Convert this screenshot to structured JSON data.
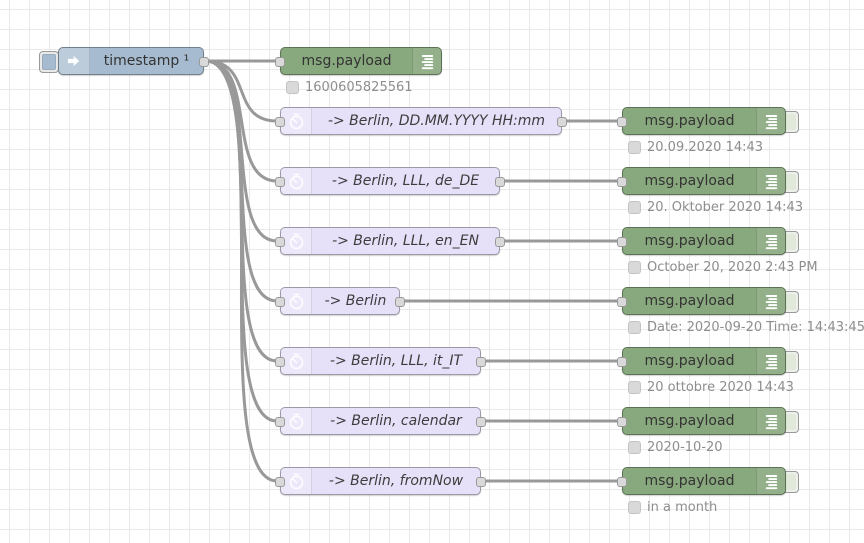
{
  "inject": {
    "label": "timestamp ¹"
  },
  "top_debug": {
    "label": "msg.payload",
    "status": "1600605825561"
  },
  "rows": [
    {
      "moment_label": "-> Berlin, DD.MM.YYYY HH:mm",
      "debug_label": "msg.payload",
      "status": "20.09.2020 14:43"
    },
    {
      "moment_label": "-> Berlin, LLL, de_DE",
      "debug_label": "msg.payload",
      "status": "20. Oktober 2020 14:43"
    },
    {
      "moment_label": "-> Berlin, LLL, en_EN",
      "debug_label": "msg.payload",
      "status": "October 20, 2020 2:43 PM"
    },
    {
      "moment_label": "-> Berlin",
      "debug_label": "msg.payload",
      "status": "Date: 2020-09-20 Time: 14:43:45"
    },
    {
      "moment_label": "-> Berlin, LLL, it_IT",
      "debug_label": "msg.payload",
      "status": "20 ottobre 2020 14:43"
    },
    {
      "moment_label": "-> Berlin, calendar",
      "debug_label": "msg.payload",
      "status": "2020-10-20"
    },
    {
      "moment_label": "-> Berlin, fromNow",
      "debug_label": "msg.payload",
      "status": "in a month"
    }
  ],
  "icons": {
    "inject": "arrow-right-icon",
    "moment": "timer-icon",
    "debug": "list-lines-icon",
    "status": "status-badge-square"
  },
  "colors": {
    "inject_node": "#a6bbcf",
    "debug_node": "#88a87d",
    "moment_node": "#e6e0f8",
    "wire": "#999999",
    "status_text": "#8e8e8e",
    "label_text": "#333333"
  }
}
